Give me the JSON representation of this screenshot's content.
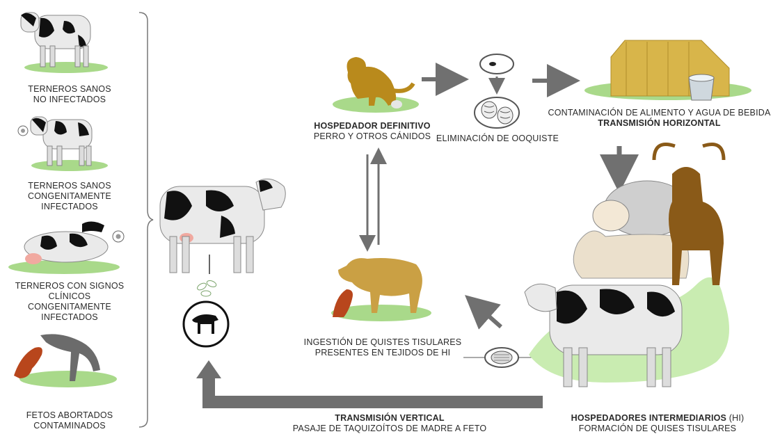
{
  "left_panel": {
    "items": [
      {
        "line1": "TERNEROS SANOS",
        "line2": "NO INFECTADOS"
      },
      {
        "line1": "TERNEROS SANOS",
        "line2": "CONGENITAMENTE",
        "line3": "INFECTADOS"
      },
      {
        "line1": "TERNEROS CON SIGNOS",
        "line2": "CLÍNICOS",
        "line3": "CONGENITAMENTE",
        "line4": "INFECTADOS"
      },
      {
        "line1": "FETOS ABORTADOS",
        "line2": "CONTAMINADOS"
      }
    ]
  },
  "definitive_host": {
    "title": "HOSPEDADOR DEFINITIVO",
    "subtitle": "PERRO Y OTROS CÁNIDOS"
  },
  "oocyst": {
    "label": "ELIMINACIÓN  DE OOQUISTE"
  },
  "contamination": {
    "line1": "CONTAMINACIÓN  DE ALIMENTO Y AGUA DE BEBIDA",
    "title": "TRANSMISIÓN HORIZONTAL"
  },
  "ingestion": {
    "line1": "INGESTIÓN  DE QUISTES TISULARES",
    "line2": "PRESENTES EN TEJIDOS DE HI"
  },
  "vertical": {
    "title": "TRANSMISIÓN VERTICAL",
    "subtitle": "PASAJE DE TAQUIZOÍTOS DE MADRE A FETO"
  },
  "intermediate_hosts": {
    "title": "HOSPEDADORES INTERMEDIARIOS",
    "abbr": "(HI)",
    "subtitle": "FORMACIÓN DE QUISES TISULARES"
  },
  "colors": {
    "arrow": "#707070",
    "grass": "#a9d98a",
    "hay": "#d8b54a",
    "dog": "#b98a1c",
    "deer": "#8a5a18"
  }
}
